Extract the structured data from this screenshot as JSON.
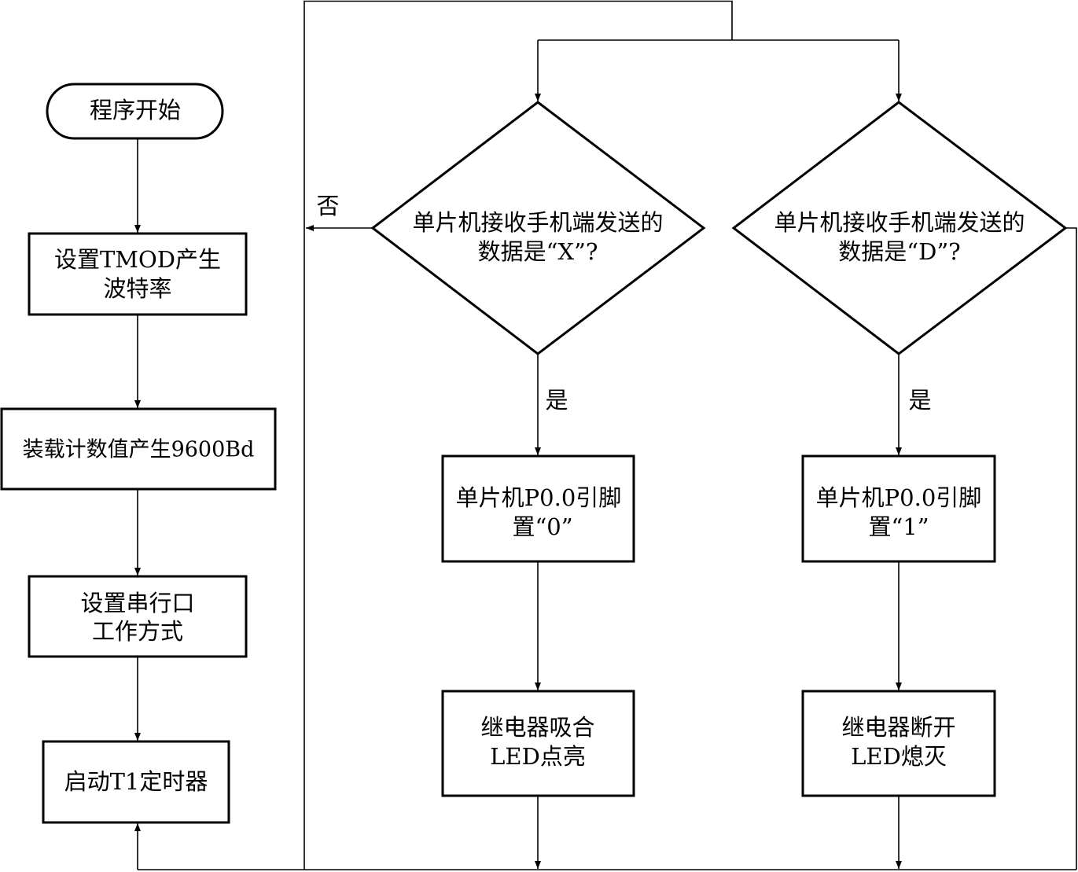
{
  "nodes": {
    "start": {
      "label": "程序开始"
    },
    "set_tmod": {
      "lines": [
        "设置TMOD产生",
        "波特率"
      ]
    },
    "load_count": {
      "label": "装载计数值产生9600Bd"
    },
    "set_serial": {
      "lines": [
        "设置串行口",
        "工作方式"
      ]
    },
    "start_timer": {
      "label": "启动T1定时器"
    },
    "check_x": {
      "lines": [
        "单片机接收手机端发送的",
        "数据是“X”?"
      ]
    },
    "check_d": {
      "lines": [
        "单片机接收手机端发送的",
        "数据是“D”?"
      ]
    },
    "pin_low": {
      "lines": [
        "单片机P0.0引脚",
        "置“0”"
      ]
    },
    "pin_high": {
      "lines": [
        "单片机P0.0引脚",
        "置“1”"
      ]
    },
    "relay_on": {
      "lines": [
        "继电器吸合",
        "LED点亮"
      ]
    },
    "relay_off": {
      "lines": [
        "继电器断开",
        "LED熄灭"
      ]
    }
  },
  "edge_labels": {
    "no": "否",
    "yes_x": "是",
    "yes_d": "是"
  },
  "colors": {
    "stroke": "#000000",
    "background": "#ffffff"
  }
}
